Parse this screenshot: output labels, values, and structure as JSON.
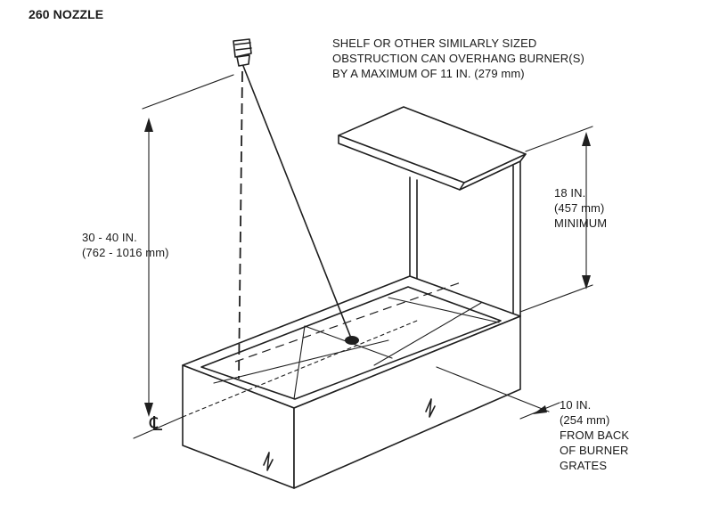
{
  "diagram": {
    "title": "260 NOZZLE",
    "obstruction_note": [
      "SHELF OR OTHER SIMILARLY SIZED",
      "OBSTRUCTION CAN OVERHANG BURNER(S)",
      "BY A MAXIMUM OF 11 IN. (279 mm)"
    ],
    "height_label": [
      "30 - 40 IN.",
      "(762 - 1016 mm)"
    ],
    "clearance_label": [
      "18 IN.",
      "(457 mm)",
      "MINIMUM"
    ],
    "back_label": [
      "10 IN.",
      "(254 mm)",
      "FROM BACK",
      "OF BURNER",
      "GRATES"
    ],
    "centerline_symbol": "℄"
  }
}
